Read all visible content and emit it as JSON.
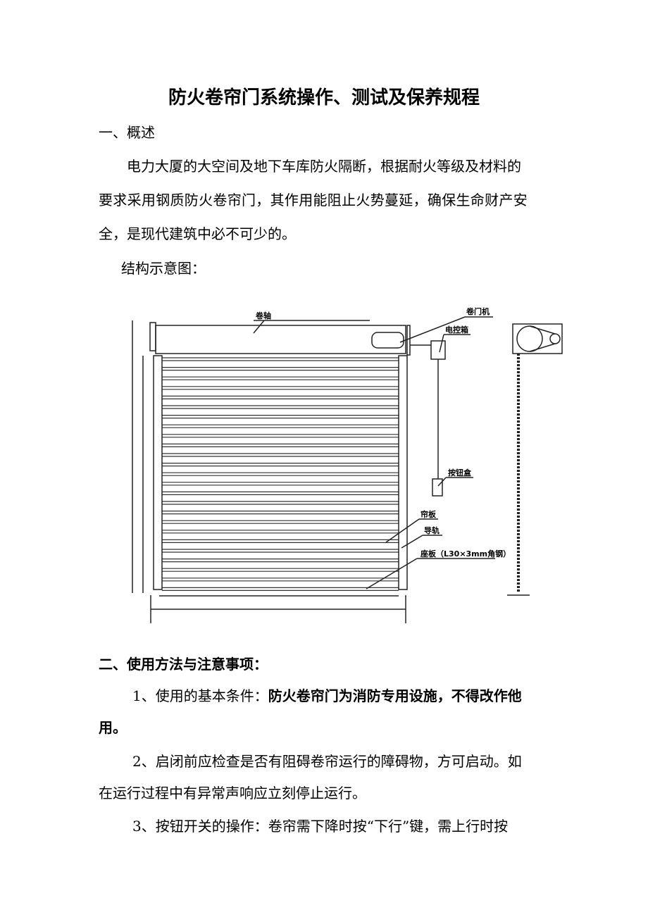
{
  "title": "防火卷帘门系统操作、测试及保养规程",
  "section1": {
    "heading": "一、概述",
    "para_l1": "电力大厦的大空间及地下车库防火隔断，根据耐火等级及材料的",
    "para_l2": "要求采用钢质防火卷帘门，其作用能阻止火势蔓延，确保生命财产安",
    "para_l3": "全，是现代建筑中必不可少的。",
    "diagram_caption": "结构示意图："
  },
  "diagram": {
    "labels": {
      "shaft": "卷轴",
      "motor": "卷门机",
      "control_box": "电控箱",
      "button_box": "按钮盒",
      "curtain": "帘板",
      "guide_rail": "导轨",
      "bottom_plate": "座板（L30×3mm角钢）"
    }
  },
  "section2": {
    "heading": "二、使用方法与注意事项：",
    "item1_prefix": "1、使用的基本条件：",
    "item1_bold_l1": "防火卷帘门为消防专用设施，不得改作他",
    "item1_bold_l2": "用。",
    "item2_l1": "2、启闭前应检查是否有阻碍卷帘运行的障碍物，方可启动。如",
    "item2_l2": "在运行过程中有异常声响应立刻停止运行。",
    "item3_l1": "3、按钮开关的操作：卷帘需下降时按“下行”键，需上行时按"
  }
}
